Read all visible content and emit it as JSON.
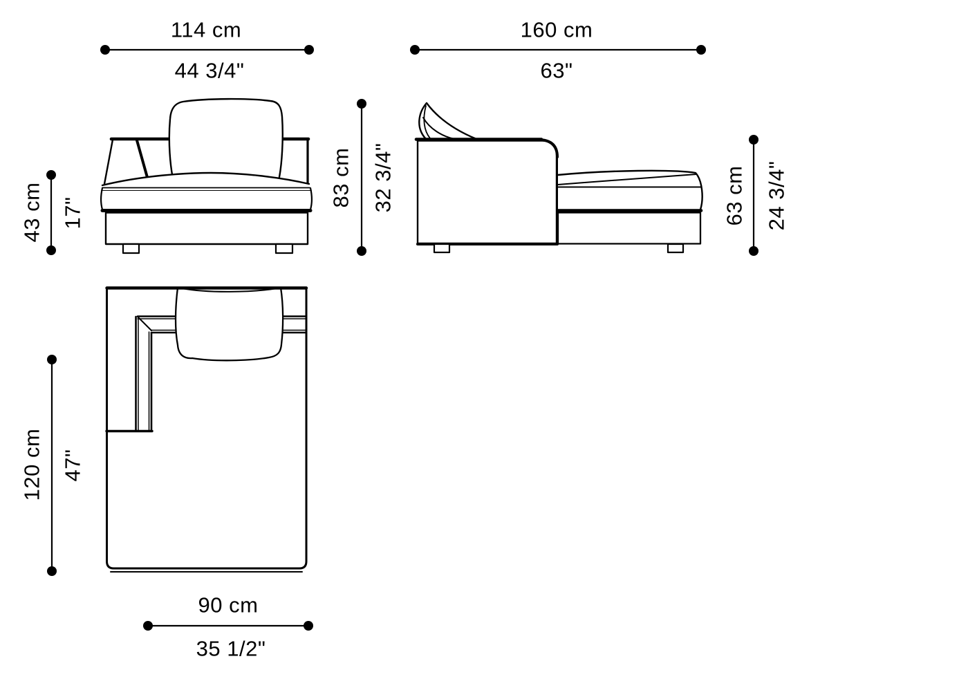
{
  "diagram_title": "sofa-module-dimension-diagram",
  "colors": {
    "line": "#000000",
    "background": "#ffffff"
  },
  "dimensions": {
    "front_width": {
      "cm": "114 cm",
      "inch": "44 3/4\""
    },
    "front_seat_height": {
      "cm": "43 cm",
      "inch": "17\""
    },
    "front_total_height": {
      "cm": "83 cm",
      "inch": "32 3/4\""
    },
    "side_length": {
      "cm": "160 cm",
      "inch": "63\""
    },
    "side_seat_height": {
      "cm": "63 cm",
      "inch": "24 3/4\""
    },
    "plan_depth": {
      "cm": "120 cm",
      "inch": "47\""
    },
    "plan_width": {
      "cm": "90 cm",
      "inch": "35 1/2\""
    }
  }
}
